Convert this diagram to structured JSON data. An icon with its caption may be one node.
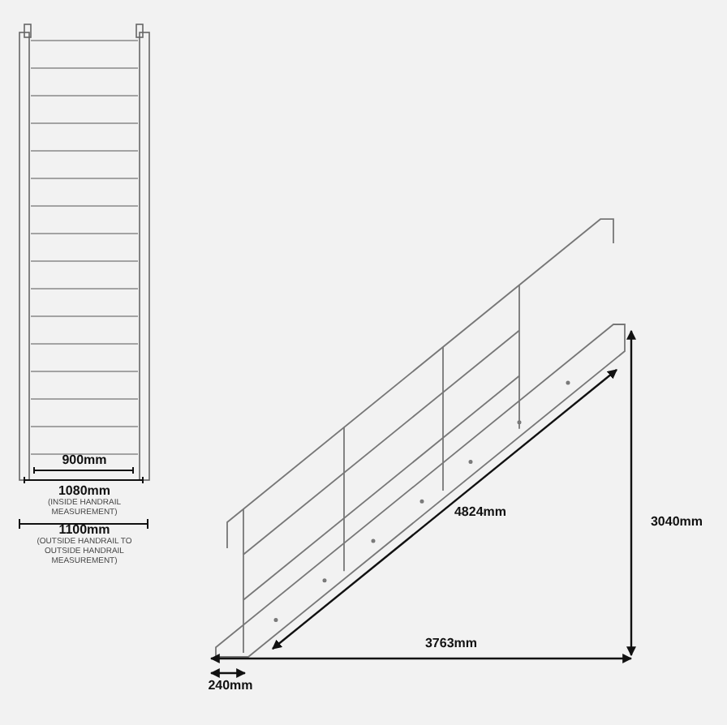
{
  "diagram": {
    "labels": [
      "900mm",
      "1080mm",
      "(INSIDE HANDRAIL MEASUREMENT)",
      "1100mm",
      "(OUTSIDE HANDRAIL TO OUTSIDE HANDRAIL MEASUREMENT)",
      "4824mm",
      "3040mm",
      "3763mm",
      "240mm"
    ]
  }
}
